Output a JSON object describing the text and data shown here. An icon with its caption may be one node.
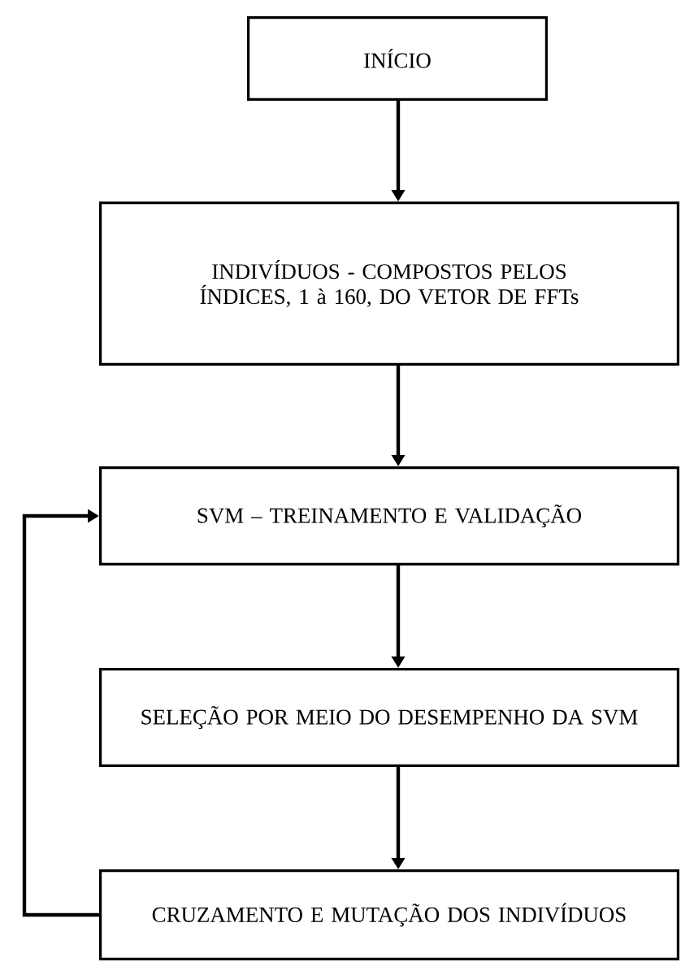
{
  "diagram": {
    "nodes": [
      {
        "text": [
          "INÍCIO"
        ]
      },
      {
        "text": [
          "INDIVÍDUOS - COMPOSTOS PELOS ÍNDICES, 1 à 160, DO VETOR DE FFTs"
        ]
      },
      {
        "text": [
          "SVM – TREINAMENTO E VALIDAÇÃO"
        ]
      },
      {
        "text": [
          "SELEÇÃO POR MEIO DO DESEMPENHO DA SVM"
        ]
      },
      {
        "text": [
          "CRUZAMENTO E MUTAÇÃO DOS INDIVÍDUOS"
        ]
      }
    ],
    "edges": [
      {
        "from": 0,
        "to": 1,
        "arrow": "to"
      },
      {
        "from": 1,
        "to": 2,
        "arrow": "to"
      },
      {
        "from": 2,
        "to": 3,
        "arrow": "to"
      },
      {
        "from": 3,
        "to": 4,
        "arrow": "to"
      },
      {
        "from": 4,
        "to": 2,
        "arrow": "to"
      }
    ]
  }
}
